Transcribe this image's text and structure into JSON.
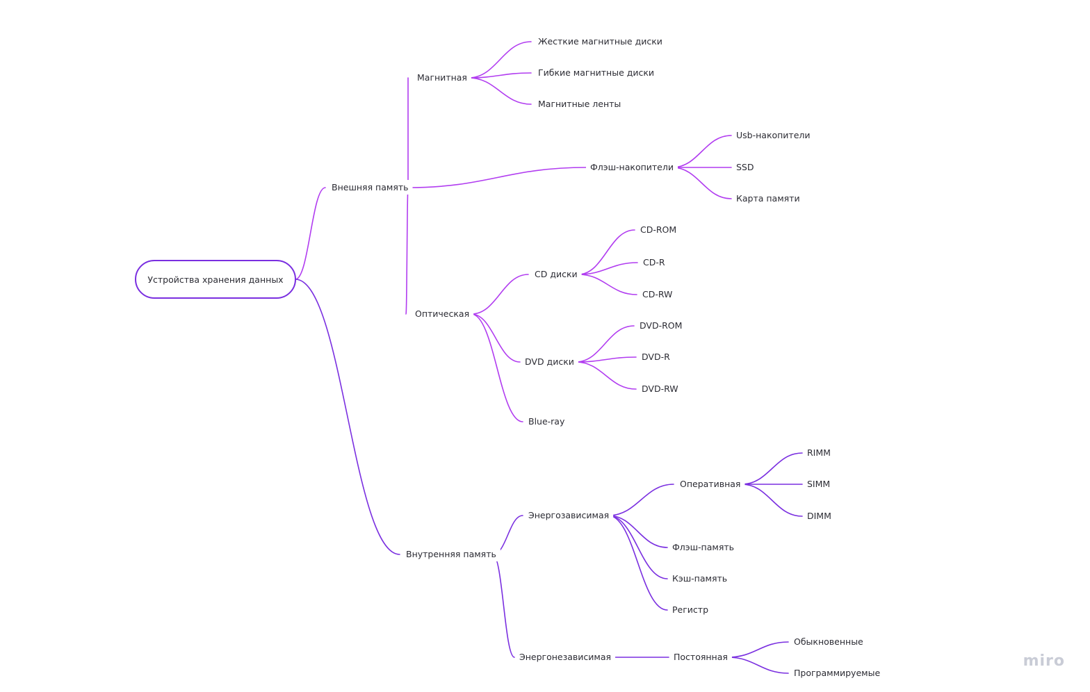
{
  "colors": {
    "external_branch": "#b13cf0",
    "internal_branch": "#7a2fe0",
    "root_border": "#7a2fe0",
    "text": "#2b2b33",
    "watermark": "#c9ccd6"
  },
  "watermark": "miro",
  "mindmap": {
    "root": {
      "id": "root",
      "label": "Устройства хранения данных"
    },
    "nodes": [
      {
        "id": "ext",
        "label": "Внешняя память",
        "parent": "root",
        "branch": "external"
      },
      {
        "id": "mag",
        "label": "Магнитная",
        "parent": "ext",
        "branch": "external"
      },
      {
        "id": "mag1",
        "label": "Жесткие магнитные диски",
        "parent": "mag",
        "branch": "external"
      },
      {
        "id": "mag2",
        "label": "Гибкие магнитные диски",
        "parent": "mag",
        "branch": "external"
      },
      {
        "id": "mag3",
        "label": "Магнитные ленты",
        "parent": "mag",
        "branch": "external"
      },
      {
        "id": "flash",
        "label": "Флэш-накопители",
        "parent": "ext",
        "branch": "external"
      },
      {
        "id": "flash1",
        "label": "Usb-накопители",
        "parent": "flash",
        "branch": "external"
      },
      {
        "id": "flash2",
        "label": "SSD",
        "parent": "flash",
        "branch": "external"
      },
      {
        "id": "flash3",
        "label": "Карта памяти",
        "parent": "flash",
        "branch": "external"
      },
      {
        "id": "opt",
        "label": "Оптическая",
        "parent": "ext",
        "branch": "external"
      },
      {
        "id": "cd",
        "label": "CD диски",
        "parent": "opt",
        "branch": "external"
      },
      {
        "id": "cd1",
        "label": "CD-ROM",
        "parent": "cd",
        "branch": "external"
      },
      {
        "id": "cd2",
        "label": "CD-R",
        "parent": "cd",
        "branch": "external"
      },
      {
        "id": "cd3",
        "label": "CD-RW",
        "parent": "cd",
        "branch": "external"
      },
      {
        "id": "dvd",
        "label": "DVD диски",
        "parent": "opt",
        "branch": "external"
      },
      {
        "id": "dvd1",
        "label": "DVD-ROM",
        "parent": "dvd",
        "branch": "external"
      },
      {
        "id": "dvd2",
        "label": "DVD-R",
        "parent": "dvd",
        "branch": "external"
      },
      {
        "id": "dvd3",
        "label": "DVD-RW",
        "parent": "dvd",
        "branch": "external"
      },
      {
        "id": "bluray",
        "label": "Blue-ray",
        "parent": "opt",
        "branch": "external"
      },
      {
        "id": "int",
        "label": "Внутренняя память",
        "parent": "root",
        "branch": "internal"
      },
      {
        "id": "vol",
        "label": "Энергозависимая",
        "parent": "int",
        "branch": "internal"
      },
      {
        "id": "ram",
        "label": "Оперативная",
        "parent": "vol",
        "branch": "internal"
      },
      {
        "id": "ram1",
        "label": "RIMM",
        "parent": "ram",
        "branch": "internal"
      },
      {
        "id": "ram2",
        "label": "SIMM",
        "parent": "ram",
        "branch": "internal"
      },
      {
        "id": "ram3",
        "label": "DIMM",
        "parent": "ram",
        "branch": "internal"
      },
      {
        "id": "vol2",
        "label": "Флэш-память",
        "parent": "vol",
        "branch": "internal"
      },
      {
        "id": "vol3",
        "label": "Кэш-память",
        "parent": "vol",
        "branch": "internal"
      },
      {
        "id": "vol4",
        "label": "Регистр",
        "parent": "vol",
        "branch": "internal"
      },
      {
        "id": "nonvol",
        "label": "Энергонезависимая",
        "parent": "int",
        "branch": "internal"
      },
      {
        "id": "rom",
        "label": "Постоянная",
        "parent": "nonvol",
        "branch": "internal"
      },
      {
        "id": "rom1",
        "label": "Обыкновенные",
        "parent": "rom",
        "branch": "internal"
      },
      {
        "id": "rom2",
        "label": "Программируемые",
        "parent": "rom",
        "branch": "internal"
      }
    ]
  }
}
